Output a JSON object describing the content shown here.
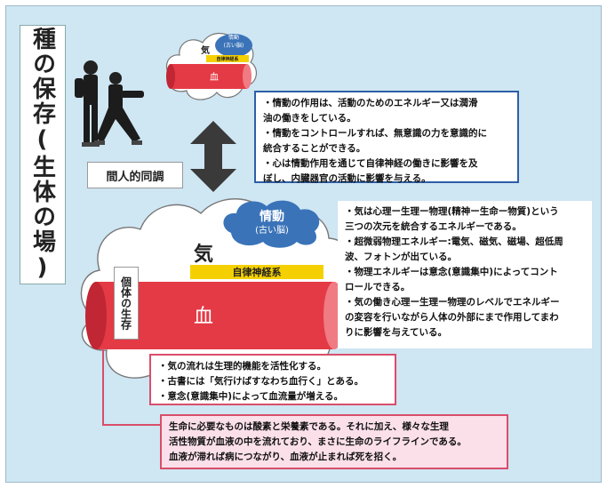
{
  "title": "種の保存(生体の場)",
  "small_diagram": {
    "ki_label": "気",
    "emotion_line1": "情動",
    "emotion_line2": "(古い脳)",
    "autonomic_label": "自律神経系",
    "blood_label": "血"
  },
  "interpersonal_label": "間人的同調",
  "emotion_box": {
    "lines": [
      "・情動の作用は、活動のためのエネルギー又は潤滑",
      "油の働きをしている。",
      "・情動をコントロールすれば、無意識の力を意識的に",
      "統合することができる。",
      "・心は情動作用を通じて自律神経の働きに影響を及",
      "ぼし、内臓器官の活動に影響を与える。"
    ]
  },
  "large_diagram": {
    "emotion_line1": "情動",
    "emotion_line2": "(古い脳)",
    "ki_label": "気",
    "autonomic_label": "自律神経系",
    "blood_label": "血",
    "individual_label": "個体の生存"
  },
  "ki_box": {
    "lines": [
      "・気は心理ー生理ー物理(精神ー生命ー物質)という",
      "三つの次元を統合するエネルギーである。",
      "・超微弱物理エネルギー:電気、磁気、磁場、超低周",
      "波、フォトンが出ている。",
      "・物理エネルギーは意念(意識集中)によってコント",
      "ロールできる。",
      "・気の働き心理ー生理ー物理のレベルでエネルギー",
      "の変容を行いながら人体の外部にまで作用してまわ",
      "りに影響を与えている。"
    ]
  },
  "flow_box": {
    "lines": [
      "・気の流れは生理的機能を活性化する。",
      "・古書には「気行けばすなわち血行く」とある。",
      "・意念(意識集中)によって血流量が増える。"
    ]
  },
  "life_box": {
    "lines": [
      "生命に必要なものは酸素と栄養素である。それに加え、様々な生理",
      "活性物質が血液の中を流れており、まさに生命のライフラインである。",
      "血液が滞れば病につながり、血液が止まれば死を招く。"
    ]
  },
  "colors": {
    "background": "#cfe6f3",
    "blood_red": "#e43a45",
    "autonomic_yellow": "#f5d000",
    "emotion_blue": "#3a73b8",
    "box_border_blue": "#2d5fa6",
    "box_border_pink": "#d94e6a"
  }
}
